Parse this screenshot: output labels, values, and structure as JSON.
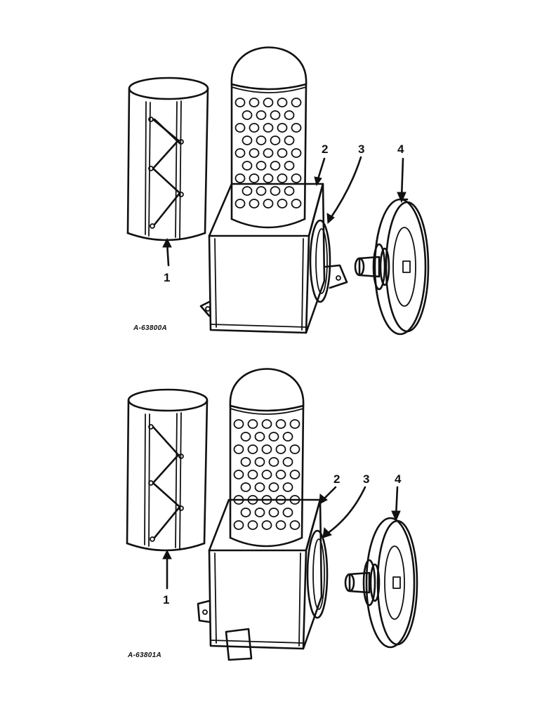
{
  "figures": [
    {
      "code": "A-63800A",
      "callouts": [
        "1",
        "2",
        "3",
        "4"
      ]
    },
    {
      "code": "A-63801A",
      "callouts": [
        "1",
        "2",
        "3",
        "4"
      ]
    }
  ]
}
